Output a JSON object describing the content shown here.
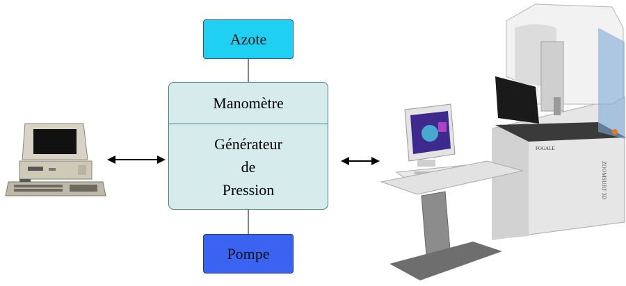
{
  "diagram": {
    "top_box": {
      "label": "Azote"
    },
    "central_box": {
      "top_label": "Manomètre",
      "bottom_lines": [
        "Générateur",
        "de",
        "Pression"
      ]
    },
    "bottom_box": {
      "label": "Pompe"
    },
    "colors": {
      "azote_fill": "#1fd0f2",
      "pompe_fill": "#3a63f2",
      "central_fill": "#d6ecec",
      "border": "#3e7a8a"
    }
  },
  "equipment": {
    "left_device": "desktop-computer",
    "right_device": "surface-profilometer-workstation",
    "machine_brand_mark": "FOGALE",
    "machine_model_mark": "ZOOMSURF 3D"
  }
}
